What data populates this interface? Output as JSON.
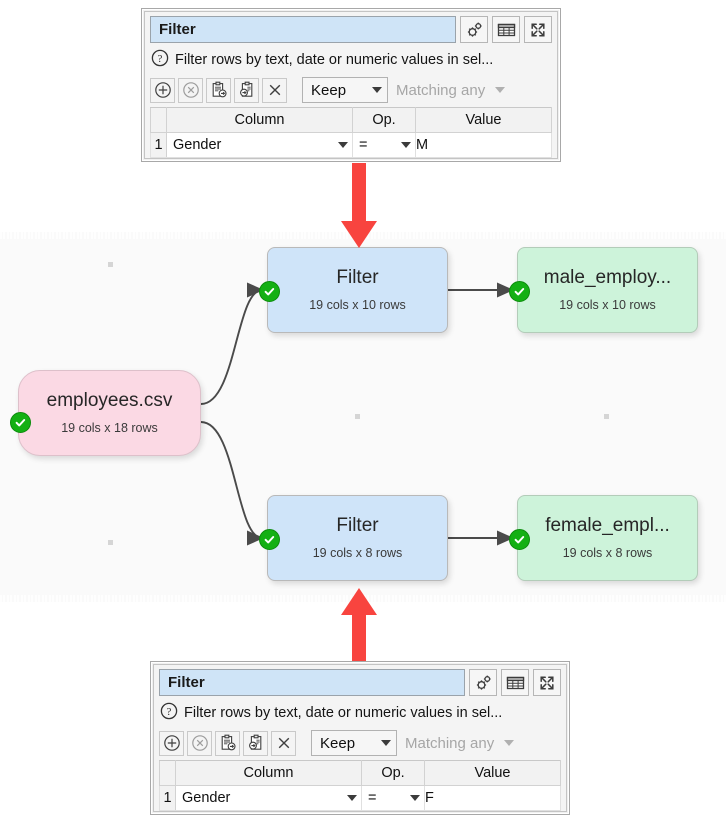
{
  "panels": [
    {
      "id": "top",
      "title": "Filter",
      "help_icon": "question-mark-icon",
      "description": "Filter rows by text, date or numeric values in sel...",
      "header_buttons": [
        {
          "name": "settings-gears-icon",
          "label": ""
        },
        {
          "name": "table-grid-icon",
          "label": ""
        },
        {
          "name": "expand-arrows-icon",
          "label": ""
        }
      ],
      "action_buttons": [
        {
          "name": "add-row-icon",
          "label": ""
        },
        {
          "name": "remove-row-icon",
          "label": ""
        },
        {
          "name": "copy-clipboard-icon",
          "label": ""
        },
        {
          "name": "paste-clipboard-icon",
          "label": ""
        },
        {
          "name": "clear-all-icon",
          "label": ""
        }
      ],
      "mode_select": {
        "value": "Keep",
        "enabled": true
      },
      "match_select": {
        "value": "Matching any",
        "enabled": false
      },
      "table": {
        "headers": [
          "Column",
          "Op.",
          "Value"
        ],
        "rows": [
          {
            "num": "1",
            "column": "Gender",
            "op": "=",
            "value": "M"
          }
        ]
      }
    },
    {
      "id": "bottom",
      "title": "Filter",
      "help_icon": "question-mark-icon",
      "description": "Filter rows by text, date or numeric values in sel...",
      "header_buttons": [
        {
          "name": "settings-gears-icon",
          "label": ""
        },
        {
          "name": "table-grid-icon",
          "label": ""
        },
        {
          "name": "expand-arrows-icon",
          "label": ""
        }
      ],
      "action_buttons": [
        {
          "name": "add-row-icon",
          "label": ""
        },
        {
          "name": "remove-row-icon",
          "label": ""
        },
        {
          "name": "copy-clipboard-icon",
          "label": ""
        },
        {
          "name": "paste-clipboard-icon",
          "label": ""
        },
        {
          "name": "clear-all-icon",
          "label": ""
        }
      ],
      "mode_select": {
        "value": "Keep",
        "enabled": true
      },
      "match_select": {
        "value": "Matching any",
        "enabled": false
      },
      "table": {
        "headers": [
          "Column",
          "Op.",
          "Value"
        ],
        "rows": [
          {
            "num": "1",
            "column": "Gender",
            "op": "=",
            "value": "F"
          }
        ]
      }
    }
  ],
  "canvas": {
    "nodes": [
      {
        "id": "source",
        "name": "employees.csv",
        "sub": "19 cols x 18 rows",
        "color": "#fbd9e4",
        "status": "ok"
      },
      {
        "id": "filter1",
        "name": "Filter",
        "sub": "19 cols x 10 rows",
        "color": "#cfe4f9",
        "status": "ok"
      },
      {
        "id": "out1",
        "name": "male_employ...",
        "sub": "19 cols x 10 rows",
        "color": "#cdf3da",
        "status": "ok"
      },
      {
        "id": "filter2",
        "name": "Filter",
        "sub": "19 cols x 8 rows",
        "color": "#cfe4f9",
        "status": "ok"
      },
      {
        "id": "out2",
        "name": "female_empl...",
        "sub": "19 cols x 8 rows",
        "color": "#cdf3da",
        "status": "ok"
      }
    ],
    "background": "#fafafa",
    "status_color": "#14b014",
    "pointer_color": "#f8443f"
  }
}
